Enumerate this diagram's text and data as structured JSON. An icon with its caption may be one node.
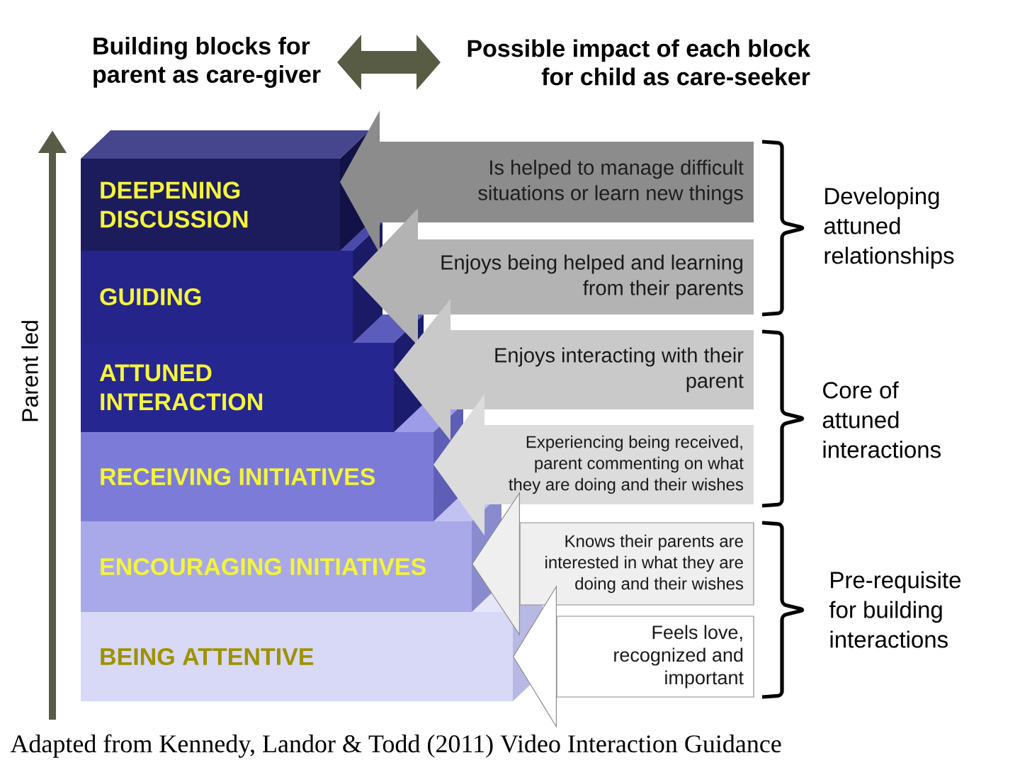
{
  "diagram": {
    "caption": "Adapted from Kennedy, Landor & Todd (2011) Video Interaction Guidance",
    "nodes": [
      {
        "text": [
          "Building blocks for parent as care-giver"
        ]
      },
      {
        "text": [
          "Possible impact of each block for child as care-seeker"
        ]
      },
      {
        "text": [
          "DEEPENING DISCUSSION"
        ]
      },
      {
        "text": [
          "GUIDING"
        ]
      },
      {
        "text": [
          "ATTUNED INTERACTION"
        ]
      },
      {
        "text": [
          "RECEIVING INITIATIVES"
        ]
      },
      {
        "text": [
          "ENCOURAGING INITIATIVES"
        ]
      },
      {
        "text": [
          "BEING ATTENTIVE"
        ]
      },
      {
        "text": [
          "Is helped to manage difficult situations or learn new things"
        ]
      },
      {
        "text": [
          "Enjoys being helped and learning from their parents"
        ]
      },
      {
        "text": [
          "Enjoys interacting with their parent"
        ]
      },
      {
        "text": [
          "Experiencing being received, parent commenting on what they are doing and their wishes"
        ]
      },
      {
        "text": [
          "Knows their parents are interested in what they are doing and their wishes"
        ]
      },
      {
        "text": [
          "Feels love, recognized and important"
        ]
      }
    ],
    "edges": [
      {
        "from": 0,
        "to": 1,
        "arrow": "both",
        "color": "#585c44"
      },
      {
        "from": 8,
        "to": 2,
        "arrow": "to",
        "color": "#8c8c8c"
      },
      {
        "from": 9,
        "to": 3,
        "arrow": "to",
        "color": "#b3b3b3"
      },
      {
        "from": 10,
        "to": 4,
        "arrow": "to",
        "color": "#c9c9c9"
      },
      {
        "from": 11,
        "to": 5,
        "arrow": "to",
        "color": "#dcdcdc"
      },
      {
        "from": 12,
        "to": 6,
        "arrow": "to",
        "color": "#efefef"
      },
      {
        "from": 13,
        "to": 7,
        "arrow": "to",
        "color": "#ffffff"
      }
    ],
    "labels": [
      "Parent led",
      "Developing attuned relationships",
      "Core of attuned interactions",
      "Pre-requisite for building interactions"
    ]
  }
}
